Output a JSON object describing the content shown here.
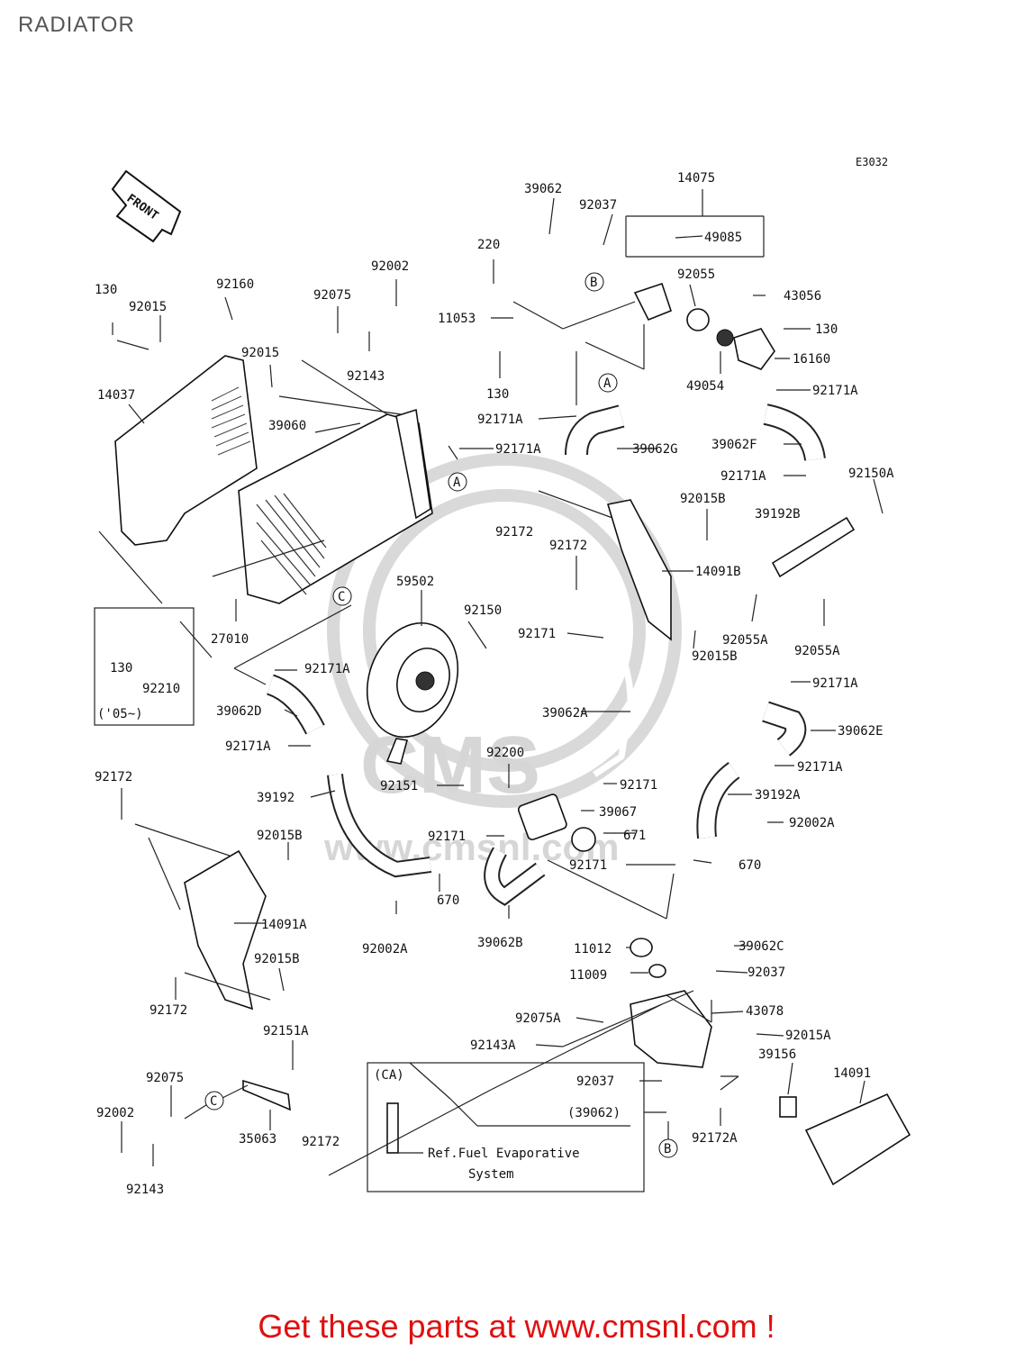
{
  "page": {
    "title": "RADIATOR",
    "footer": "Get these parts at www.cmsnl.com !"
  },
  "diagram": {
    "code": "E3032",
    "front_label": "FRONT",
    "watermark": {
      "logo": "CMS",
      "url": "www.cmsnl.com"
    },
    "inset_variant": "('05~)",
    "callout_box": {
      "tag": "(CA)",
      "note_line1": "Ref.Fuel Evaporative",
      "note_line2": "System"
    },
    "circles": {
      "a": "A",
      "b": "B",
      "c": "C"
    },
    "parts": {
      "p14075": "14075",
      "p39062_top": "39062",
      "p92037_top": "92037",
      "p49085": "49085",
      "p220": "220",
      "p92055": "92055",
      "p43056": "43056",
      "p11053": "11053",
      "p130_thermo": "130",
      "p130_bracket": "130",
      "p49054": "49054",
      "p16160": "16160",
      "p92171A_1": "92171A",
      "p92171A_2": "92171A",
      "p92171A_3": "92171A",
      "p39062G": "39062G",
      "p39062F": "39062F",
      "p92171A_4": "92171A",
      "p92150A": "92150A",
      "p130_left": "130",
      "p92015_left": "92015",
      "p92160": "92160",
      "p92075_top": "92075",
      "p92002_top": "92002",
      "p92015_mid": "92015",
      "p92143_top": "92143",
      "p14037": "14037",
      "p39060": "39060",
      "p92172_a": "92172",
      "p92015B_a": "92015B",
      "p39192B": "39192B",
      "p92172_b": "92172",
      "p14091B": "14091B",
      "p59502": "59502",
      "p92150": "92150",
      "p27010": "27010",
      "p92171_a": "92171",
      "p92015B_b": "92015B",
      "p92055A_a": "92055A",
      "p92055A_b": "92055A",
      "p130_inset": "130",
      "p92210": "92210",
      "p92171A_5": "92171A",
      "p92171A_6": "92171A",
      "p39062D": "39062D",
      "p39062A": "39062A",
      "p39062E": "39062E",
      "p92171A_7": "92171A",
      "p92171A_8": "92171A",
      "p92200": "92200",
      "p92171_b": "92171",
      "p92151": "92151",
      "p39067": "39067",
      "p39192": "39192",
      "p39192A": "39192A",
      "p92172_c": "92172",
      "p92171_c": "92171",
      "p671": "671",
      "p92002A_a": "92002A",
      "p92015B_c": "92015B",
      "p92171_d": "92171",
      "p670_a": "670",
      "p670_b": "670",
      "p14091A": "14091A",
      "p92002A_b": "92002A",
      "p39062B": "39062B",
      "p11012": "11012",
      "p39062C": "39062C",
      "p11009": "11009",
      "p92037_b": "92037",
      "p92015B_d": "92015B",
      "p92172_d": "92172",
      "p43078": "43078",
      "p92075A": "92075A",
      "p92015A": "92015A",
      "p92151A": "92151A",
      "p92143A": "92143A",
      "p39156": "39156",
      "p14091": "14091",
      "p92075_b": "92075",
      "p92037_c": "92037",
      "p92002_b": "92002",
      "p39062_paren": "(39062)",
      "p92172A": "92172A",
      "p35063": "35063",
      "p92172_e": "92172",
      "p92143_b": "92143"
    }
  }
}
